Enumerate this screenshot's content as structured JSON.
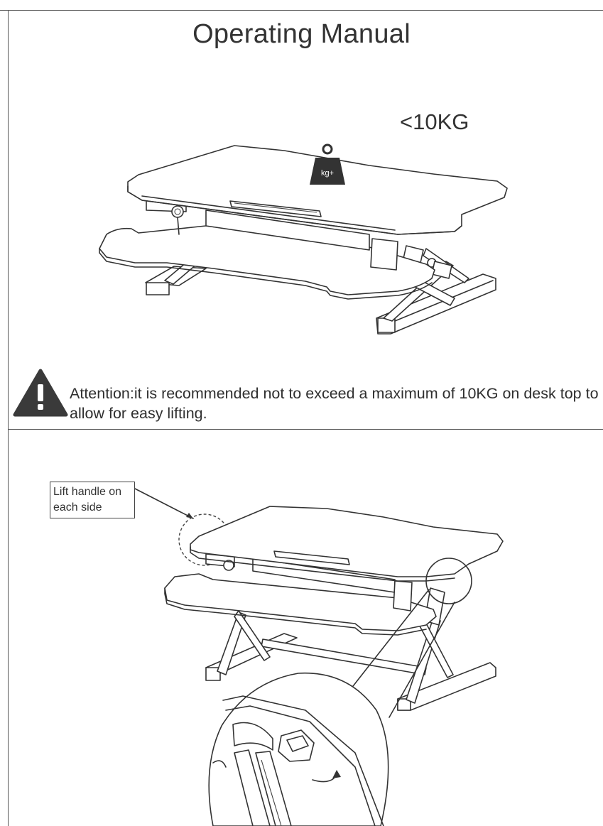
{
  "header": {
    "title": "Operating Manual"
  },
  "figure_top": {
    "weight_limit_label": "<10KG",
    "weight_tag": "kg+"
  },
  "attention": {
    "text": "Attention:it is recommended not to exceed a maximum of 10KG on desk top to allow for easy lifting."
  },
  "figure_bottom": {
    "callout": "Lift handle on each side"
  }
}
